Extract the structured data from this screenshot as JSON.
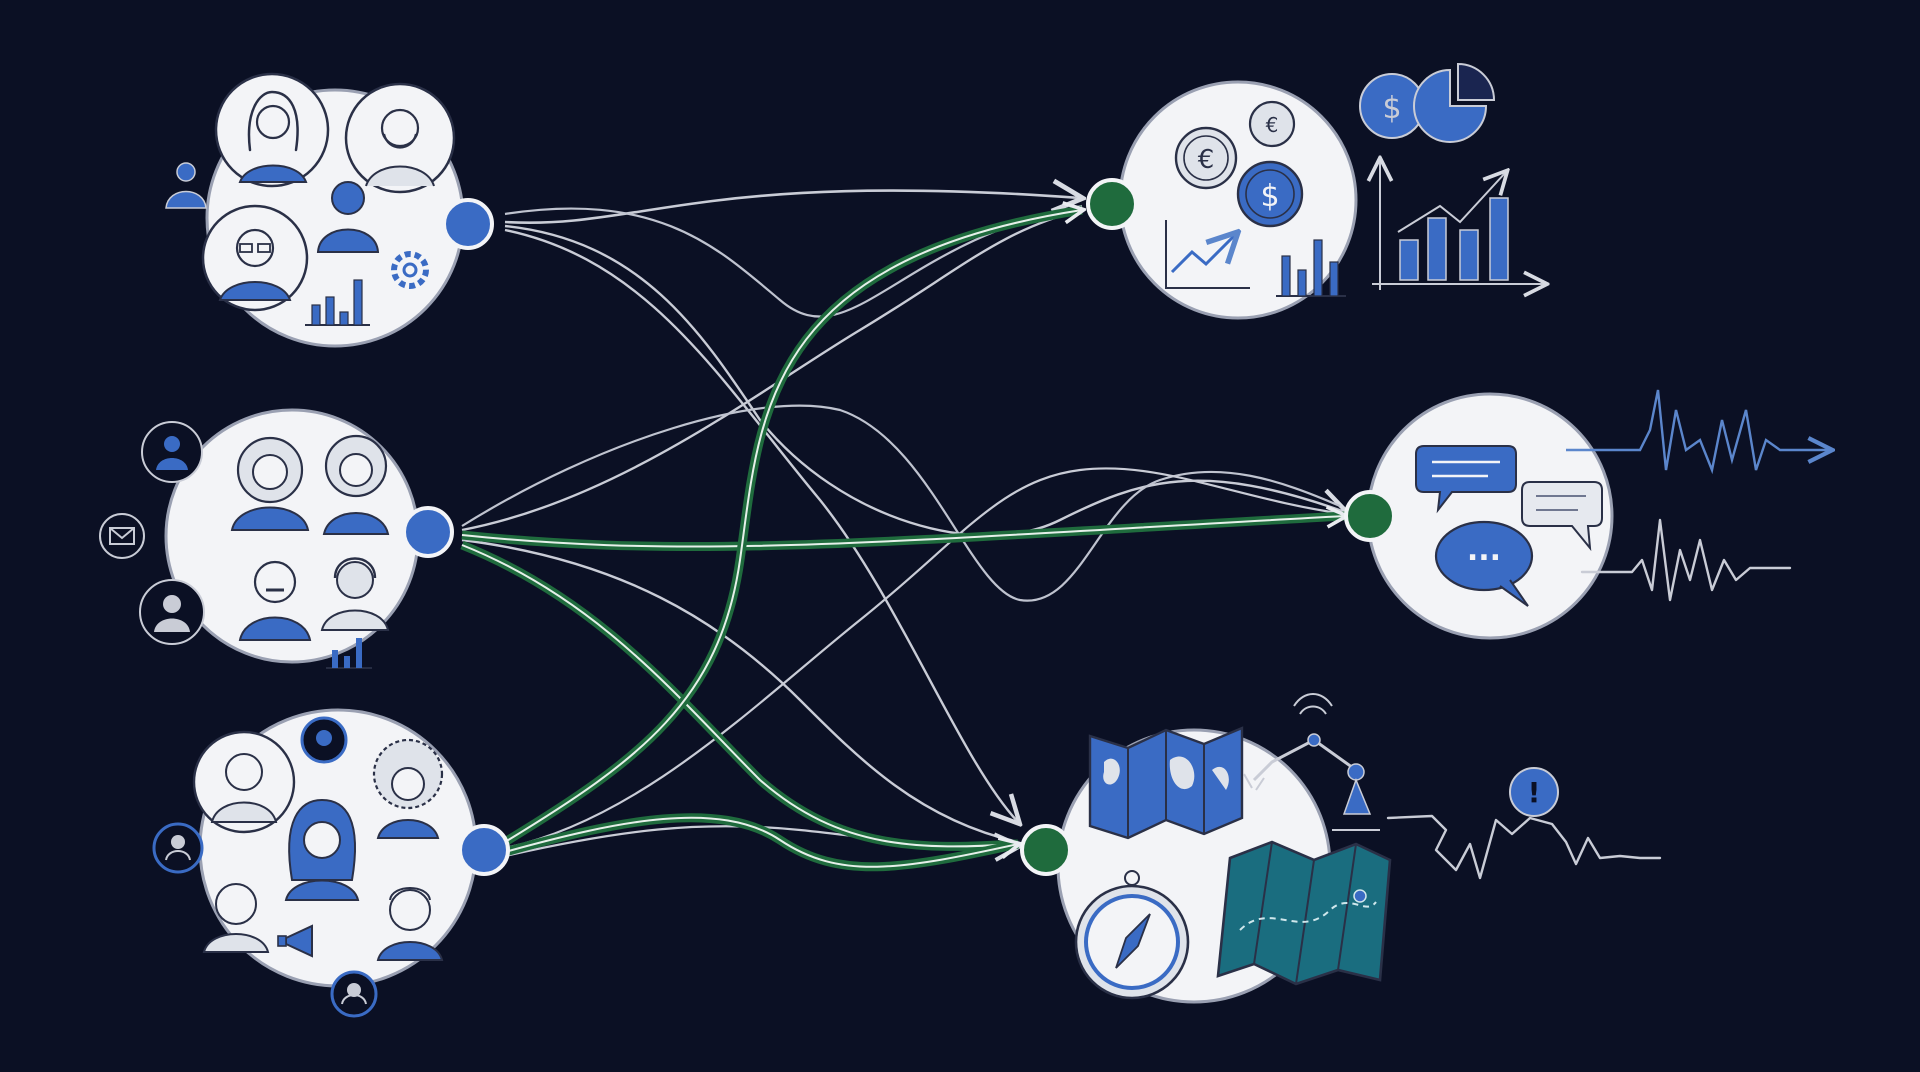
{
  "colors": {
    "background": "#0b1024",
    "node_fill": "#f3f4f7",
    "sketch_stroke": "#2a3047",
    "accent_blue": "#3a6bc4",
    "accent_green": "#1f6b3d",
    "link_gray": "#c9ccd6",
    "wave_blue": "#5b86cc"
  },
  "icons": {
    "currency_euro": "€",
    "currency_dollar": "$",
    "alert": "!",
    "chat_dots": "..."
  },
  "sources": [
    {
      "id": "team-a",
      "icon": "people-group-icon",
      "port_color": "#3a6bc4"
    },
    {
      "id": "team-b",
      "icon": "people-group-icon",
      "port_color": "#3a6bc4"
    },
    {
      "id": "team-c",
      "icon": "people-group-icon",
      "port_color": "#3a6bc4"
    }
  ],
  "targets": [
    {
      "id": "finance",
      "icon": "finance-icon",
      "port_color": "#1f6b3d"
    },
    {
      "id": "communication",
      "icon": "chat-icon",
      "port_color": "#1f6b3d"
    },
    {
      "id": "navigation",
      "icon": "map-compass-icon",
      "port_color": "#1f6b3d"
    }
  ],
  "links": [
    {
      "from": "team-a",
      "to": "finance",
      "kind": "gray"
    },
    {
      "from": "team-a",
      "to": "communication",
      "kind": "gray"
    },
    {
      "from": "team-a",
      "to": "navigation",
      "kind": "gray"
    },
    {
      "from": "team-b",
      "to": "finance",
      "kind": "gray"
    },
    {
      "from": "team-b",
      "to": "communication",
      "kind": "green"
    },
    {
      "from": "team-b",
      "to": "navigation",
      "kind": "green"
    },
    {
      "from": "team-c",
      "to": "finance",
      "kind": "green"
    },
    {
      "from": "team-c",
      "to": "communication",
      "kind": "gray"
    },
    {
      "from": "team-c",
      "to": "navigation",
      "kind": "green"
    }
  ]
}
